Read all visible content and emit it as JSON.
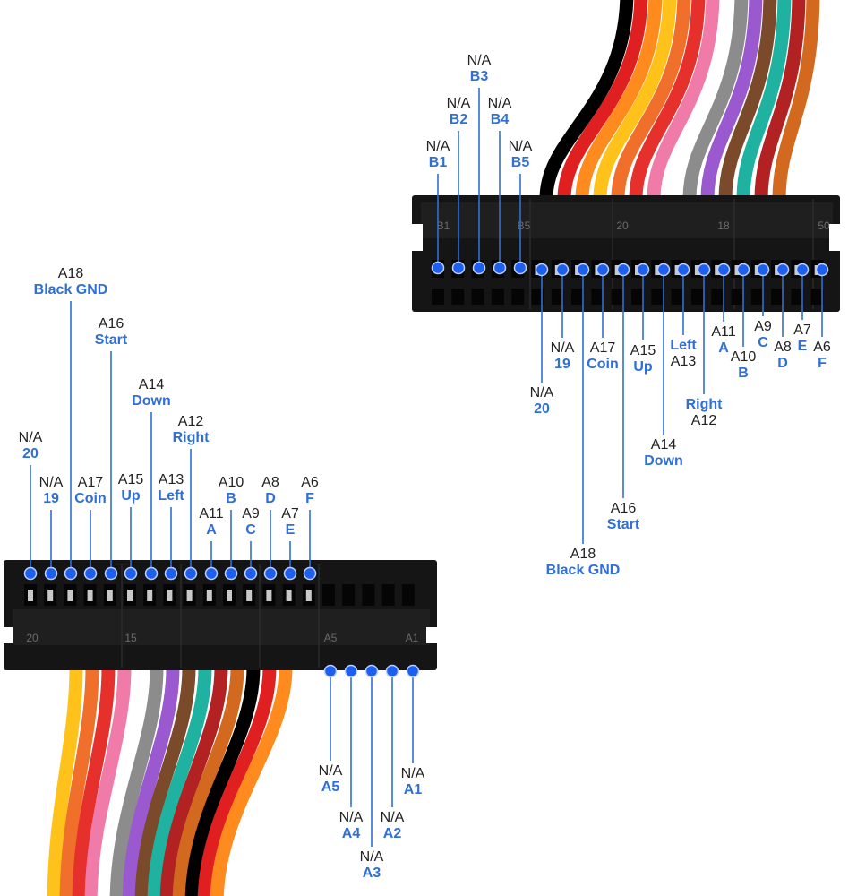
{
  "colors": {
    "function_label": "#2f6fd6",
    "pin_name": "#222222",
    "pin_dot": "#1e5ff0",
    "leader_line": "#2f6fd6",
    "connector_body": "#151515"
  },
  "wire_colors": [
    "#000000",
    "#e02020",
    "#ff8a1e",
    "#ffc21a",
    "#f06f2a",
    "#e5302b",
    "#f07aa8",
    "#ffffff",
    "#8c8c8c",
    "#9b59d0",
    "#7a4a2a",
    "#20b2a0",
    "#b22222",
    "#d2691e"
  ],
  "lower_connector": {
    "markers": [
      "20",
      "15",
      "A5",
      "A1"
    ],
    "pins": [
      {
        "name": "N/A",
        "func": "20"
      },
      {
        "name": "N/A",
        "func": "19"
      },
      {
        "name": "A18",
        "func": "Black GND"
      },
      {
        "name": "A17",
        "func": "Coin"
      },
      {
        "name": "A16",
        "func": "Start"
      },
      {
        "name": "A15",
        "func": "Up"
      },
      {
        "name": "A14",
        "func": "Down"
      },
      {
        "name": "A13",
        "func": "Left"
      },
      {
        "name": "A12",
        "func": "Right"
      },
      {
        "name": "A11",
        "func": "A"
      },
      {
        "name": "A10",
        "func": "B"
      },
      {
        "name": "A9",
        "func": "C"
      },
      {
        "name": "A8",
        "func": "D"
      },
      {
        "name": "A7",
        "func": "E"
      },
      {
        "name": "A6",
        "func": "F"
      }
    ],
    "bottom_pins": [
      {
        "name": "N/A",
        "func": "A5"
      },
      {
        "name": "N/A",
        "func": "A4"
      },
      {
        "name": "N/A",
        "func": "A3"
      },
      {
        "name": "N/A",
        "func": "A2"
      },
      {
        "name": "N/A",
        "func": "A1"
      }
    ]
  },
  "upper_connector": {
    "markers": [
      "B1",
      "B5",
      "20",
      "18",
      "50"
    ],
    "top_pins": [
      {
        "name": "N/A",
        "func": "B1"
      },
      {
        "name": "N/A",
        "func": "B2"
      },
      {
        "name": "N/A",
        "func": "B3"
      },
      {
        "name": "N/A",
        "func": "B4"
      },
      {
        "name": "N/A",
        "func": "B5"
      }
    ],
    "pins": [
      {
        "name": "N/A",
        "func": "20"
      },
      {
        "name": "N/A",
        "func": "19"
      },
      {
        "name": "A18",
        "func": "Black GND"
      },
      {
        "name": "A17",
        "func": "Coin"
      },
      {
        "name": "A16",
        "func": "Start"
      },
      {
        "name": "A15",
        "func": "Up"
      },
      {
        "name": "A14",
        "func": "Down"
      },
      {
        "name": "A13",
        "func": "Left"
      },
      {
        "name": "A12",
        "func": "Right"
      },
      {
        "name": "A11",
        "func": "A"
      },
      {
        "name": "A10",
        "func": "B"
      },
      {
        "name": "A9",
        "func": "C"
      },
      {
        "name": "A8",
        "func": "D"
      },
      {
        "name": "A7",
        "func": "E"
      },
      {
        "name": "A6",
        "func": "F"
      }
    ]
  }
}
